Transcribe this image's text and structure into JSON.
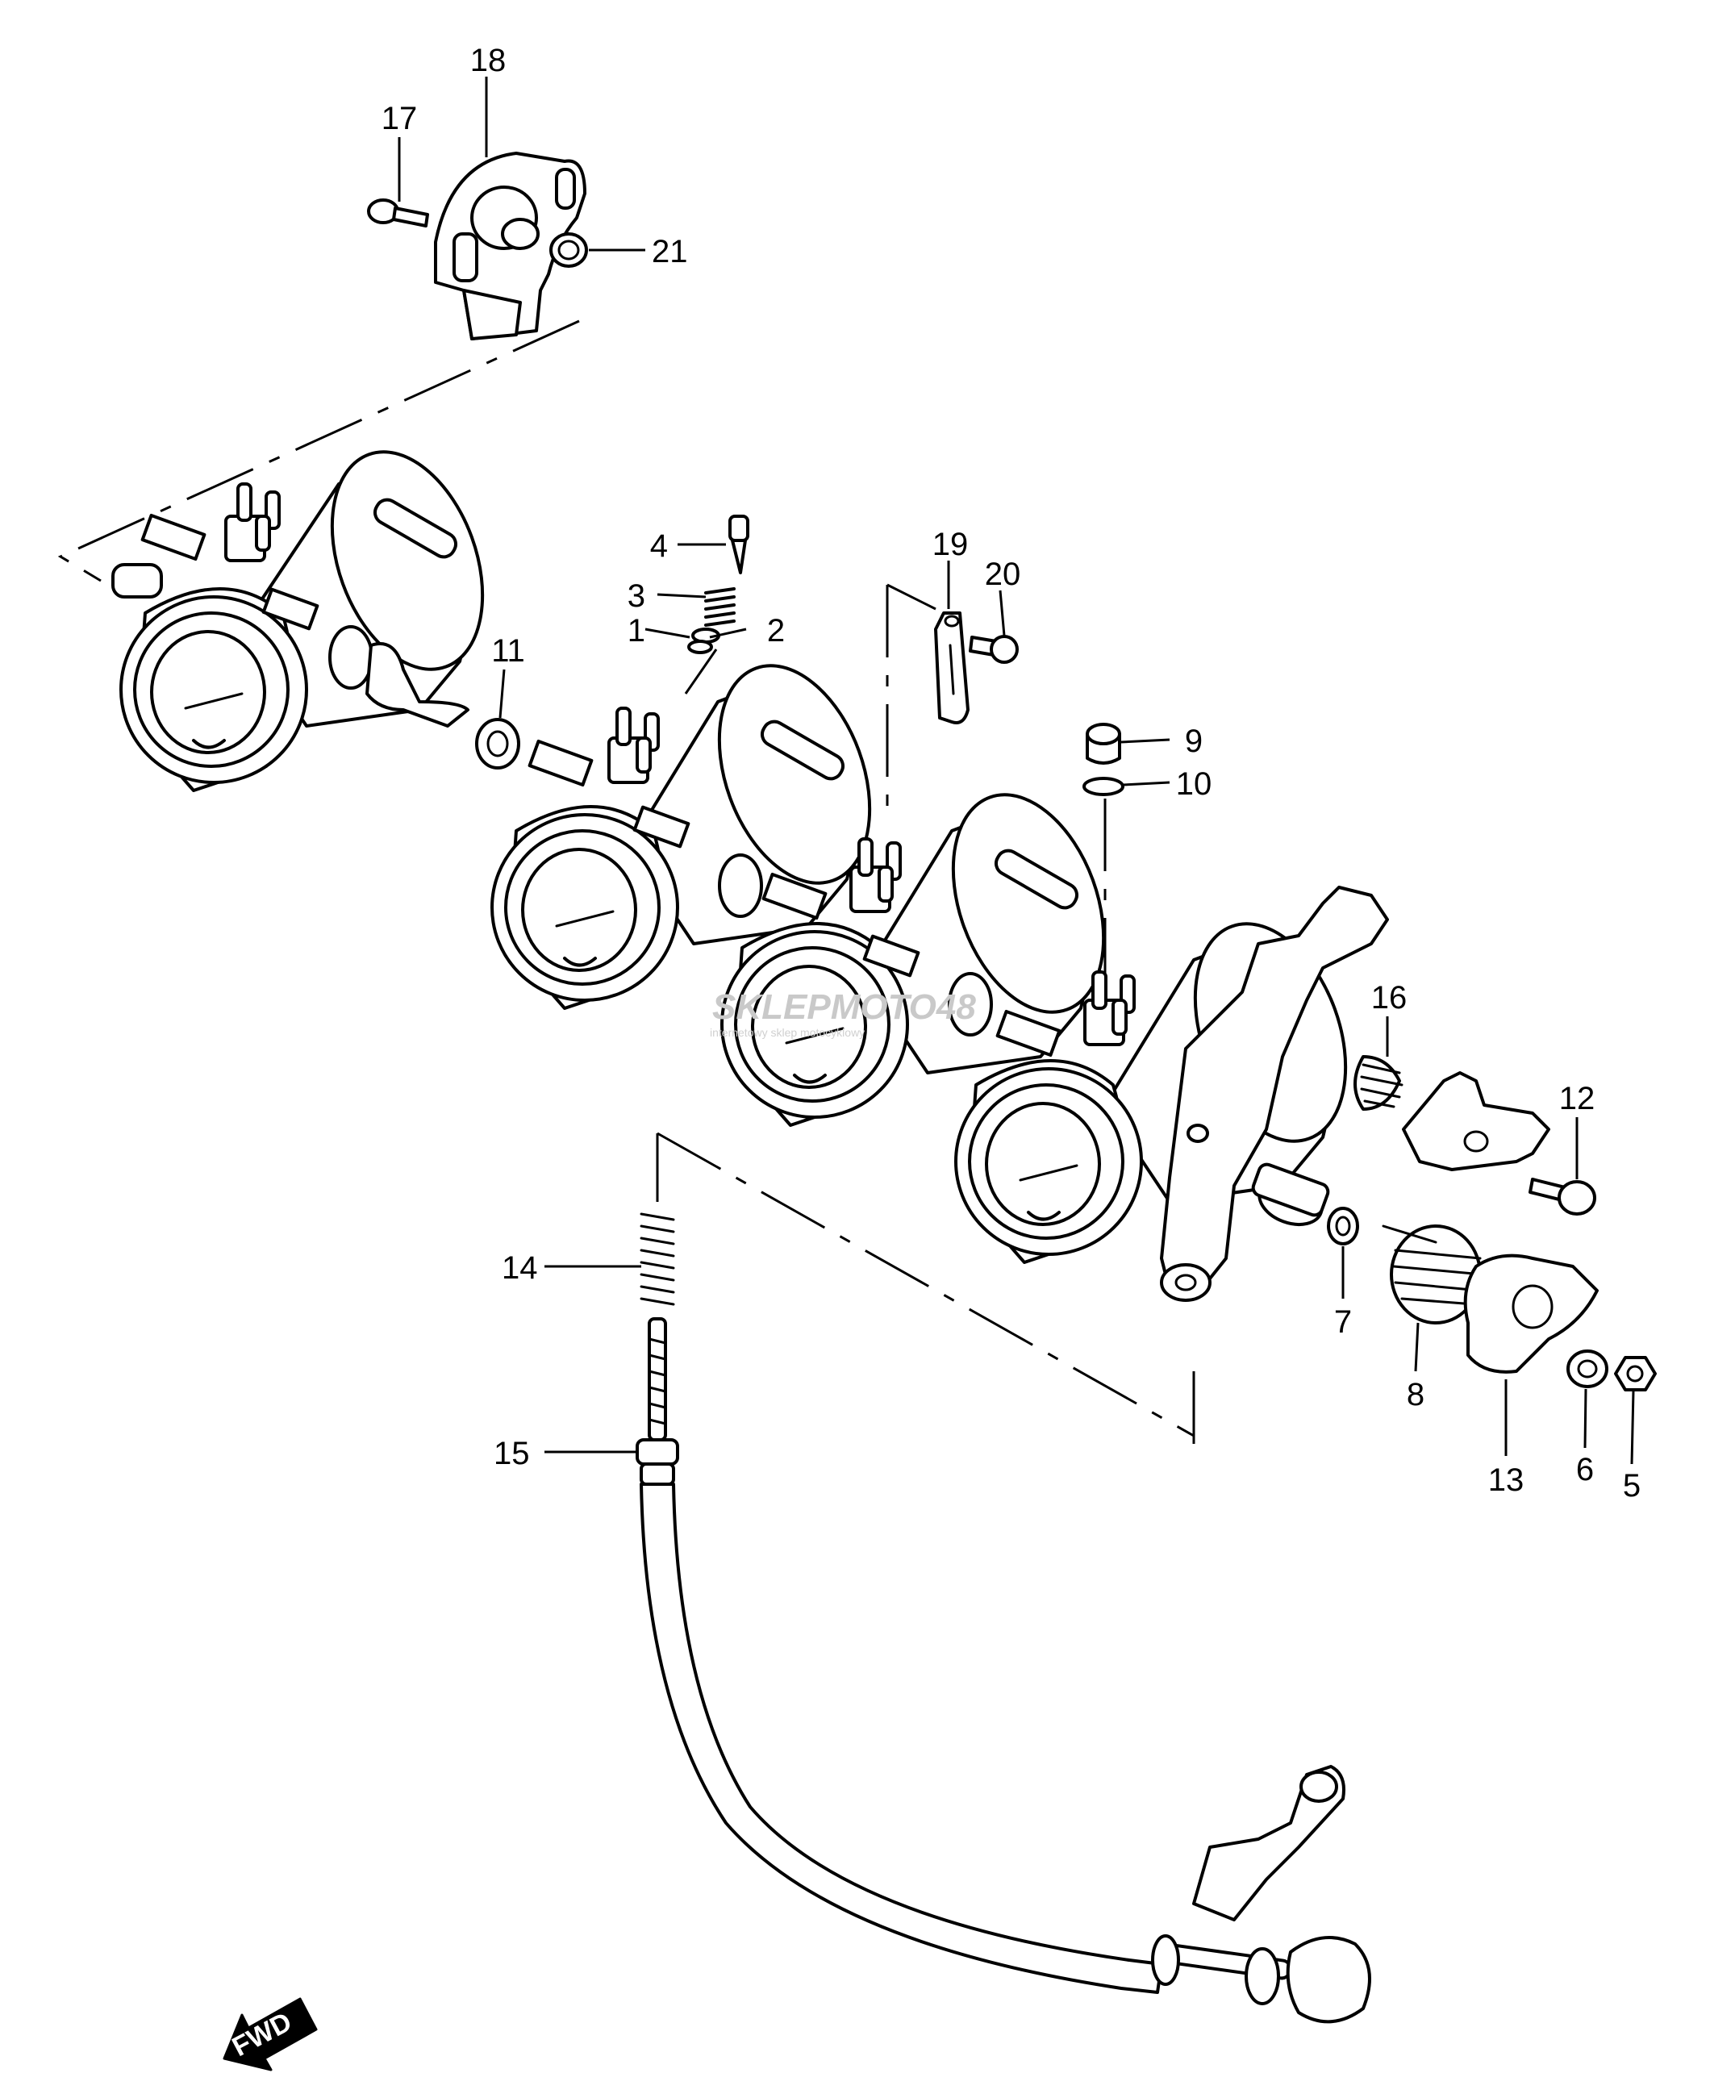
{
  "diagram": {
    "callouts": [
      {
        "id": "1",
        "text": "1"
      },
      {
        "id": "2",
        "text": "2"
      },
      {
        "id": "3",
        "text": "3"
      },
      {
        "id": "4",
        "text": "4"
      },
      {
        "id": "5",
        "text": "5"
      },
      {
        "id": "6",
        "text": "6"
      },
      {
        "id": "7",
        "text": "7"
      },
      {
        "id": "8",
        "text": "8"
      },
      {
        "id": "9",
        "text": "9"
      },
      {
        "id": "10",
        "text": "10"
      },
      {
        "id": "11",
        "text": "11"
      },
      {
        "id": "12",
        "text": "12"
      },
      {
        "id": "13",
        "text": "13"
      },
      {
        "id": "14",
        "text": "14"
      },
      {
        "id": "15",
        "text": "15"
      },
      {
        "id": "16",
        "text": "16"
      },
      {
        "id": "17",
        "text": "17"
      },
      {
        "id": "18",
        "text": "18"
      },
      {
        "id": "19",
        "text": "19"
      },
      {
        "id": "20",
        "text": "20"
      },
      {
        "id": "21",
        "text": "21"
      }
    ],
    "direction_badge": "FWD",
    "watermark": {
      "brand": "SKLEPMOTO48",
      "tagline": "internetowy sklep motocyklowy"
    }
  }
}
